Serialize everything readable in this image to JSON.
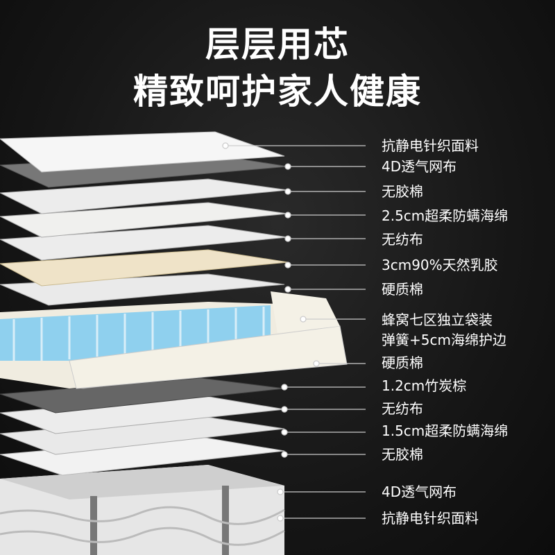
{
  "headline": {
    "line1": "层层用芯",
    "line2": "精致呵护家人健康"
  },
  "layers": [
    {
      "label": "抗静电针织面料"
    },
    {
      "label": "4D透气网布"
    },
    {
      "label": "无胶棉"
    },
    {
      "label": "2.5cm超柔防螨海绵"
    },
    {
      "label": "无纺布"
    },
    {
      "label": "3cm90%天然乳胶"
    },
    {
      "label": "硬质棉"
    },
    {
      "label": "蜂窝七区独立袋装",
      "label2": "弹簧+5cm海绵护边"
    },
    {
      "label": "硬质棉"
    },
    {
      "label": "1.2cm竹炭棕"
    },
    {
      "label": "无纺布"
    },
    {
      "label": "1.5cm超柔防螨海绵"
    },
    {
      "label": "无胶棉"
    },
    {
      "label": "4D透气网布"
    },
    {
      "label": "抗静电针织面料"
    }
  ],
  "colors": {
    "background": "#141414",
    "text": "#ffffff",
    "latex": "#efe3c8",
    "spring": "#8fd0ee"
  }
}
